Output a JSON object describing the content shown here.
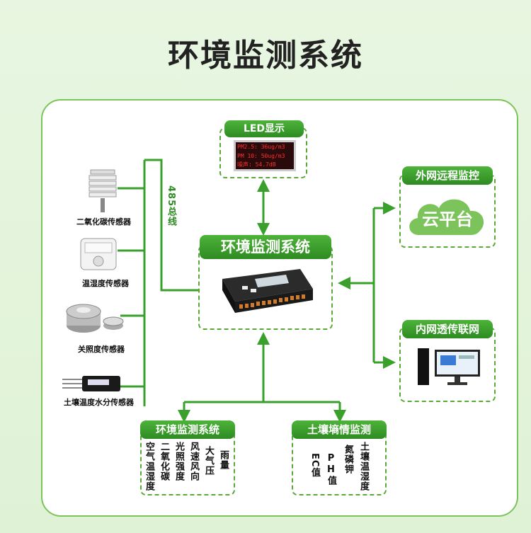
{
  "title": "环境监测系统",
  "bus_label": "485总线",
  "led": {
    "tag": "LED显示",
    "rows": [
      "PM2.5: 36ug/m3",
      "PM 10: 50ug/m3",
      "噪声: 54.7dB"
    ]
  },
  "center": {
    "tag": "环境监测系统"
  },
  "cloud": {
    "tag": "外网远程监控",
    "text": "云平台"
  },
  "lan": {
    "tag": "内网透传联网"
  },
  "sensors": [
    {
      "label": "二氧化碳传感器"
    },
    {
      "label": "温湿度传感器"
    },
    {
      "label": "关照度传感器"
    },
    {
      "label": "土壤温度水分传感器"
    }
  ],
  "env_system": {
    "tag": "环境监测系统",
    "params": [
      "空气温湿度",
      "二氧化碳",
      "光照强度",
      "风速风向",
      "大气压",
      "雨量"
    ]
  },
  "soil_system": {
    "tag": "土壤墒情监测",
    "params": [
      "EC值",
      "PH值",
      "氮磷钾",
      "土壤温湿度"
    ]
  },
  "colors": {
    "accent": "#3aa02c",
    "border": "#7cc35a"
  }
}
